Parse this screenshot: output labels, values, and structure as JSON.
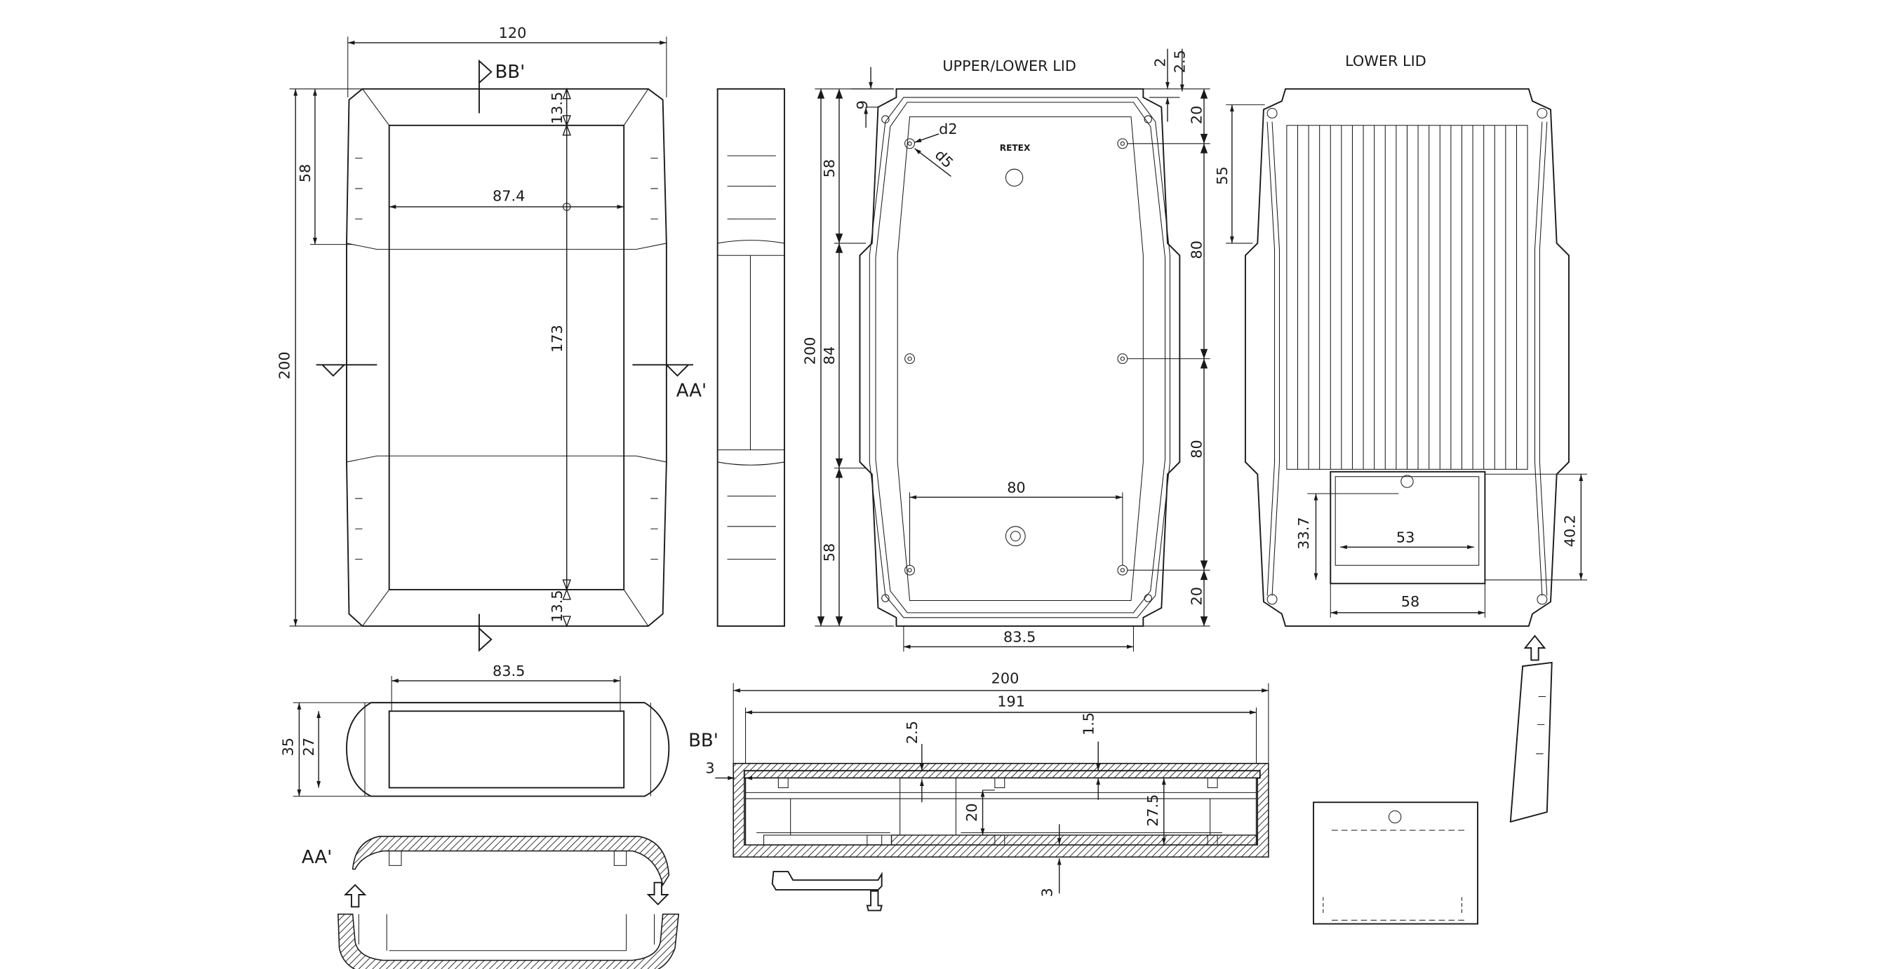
{
  "titles": {
    "upper_lower_lid": "UPPER/LOWER LID",
    "lower_lid": "LOWER LID",
    "logo": "RETEX"
  },
  "section_labels": {
    "bb_top": "BB'",
    "aa_right": "AA'",
    "bb_section": "BB'",
    "aa_section": "AA'"
  },
  "front_view": {
    "width": "120",
    "height": "200",
    "top_segment": "58",
    "margin_top": "13.5",
    "window_width": "87.4",
    "window_height": "173",
    "margin_bottom": "13.5"
  },
  "lid_view": {
    "top_offset": "9",
    "dim_2": "2",
    "dim_2_5": "2.5",
    "dim_20_top": "20",
    "hole_d2": "d2",
    "hole_d5": "d5",
    "seg_58_top": "58",
    "height_200": "200",
    "seg_84": "84",
    "seg_58_bottom": "58",
    "seg_80_upper": "80",
    "seg_80_lower": "80",
    "dim_20_bottom": "20",
    "hole_spacing": "80",
    "bottom_width": "83.5"
  },
  "lower_lid_view": {
    "top_dim": "55",
    "battery_height": "33.7",
    "battery_inner_width": "53",
    "battery_outer_width": "58",
    "battery_total_height": "40.2"
  },
  "end_view": {
    "window_width": "83.5",
    "height": "35",
    "inner_height": "27"
  },
  "bb_section": {
    "length_200": "200",
    "length_191": "191",
    "wall_2_5": "2.5",
    "wall_1_5": "1.5",
    "side_wall_3": "3",
    "inner_20": "20",
    "inner_27_5": "27.5",
    "bottom_3": "3"
  }
}
